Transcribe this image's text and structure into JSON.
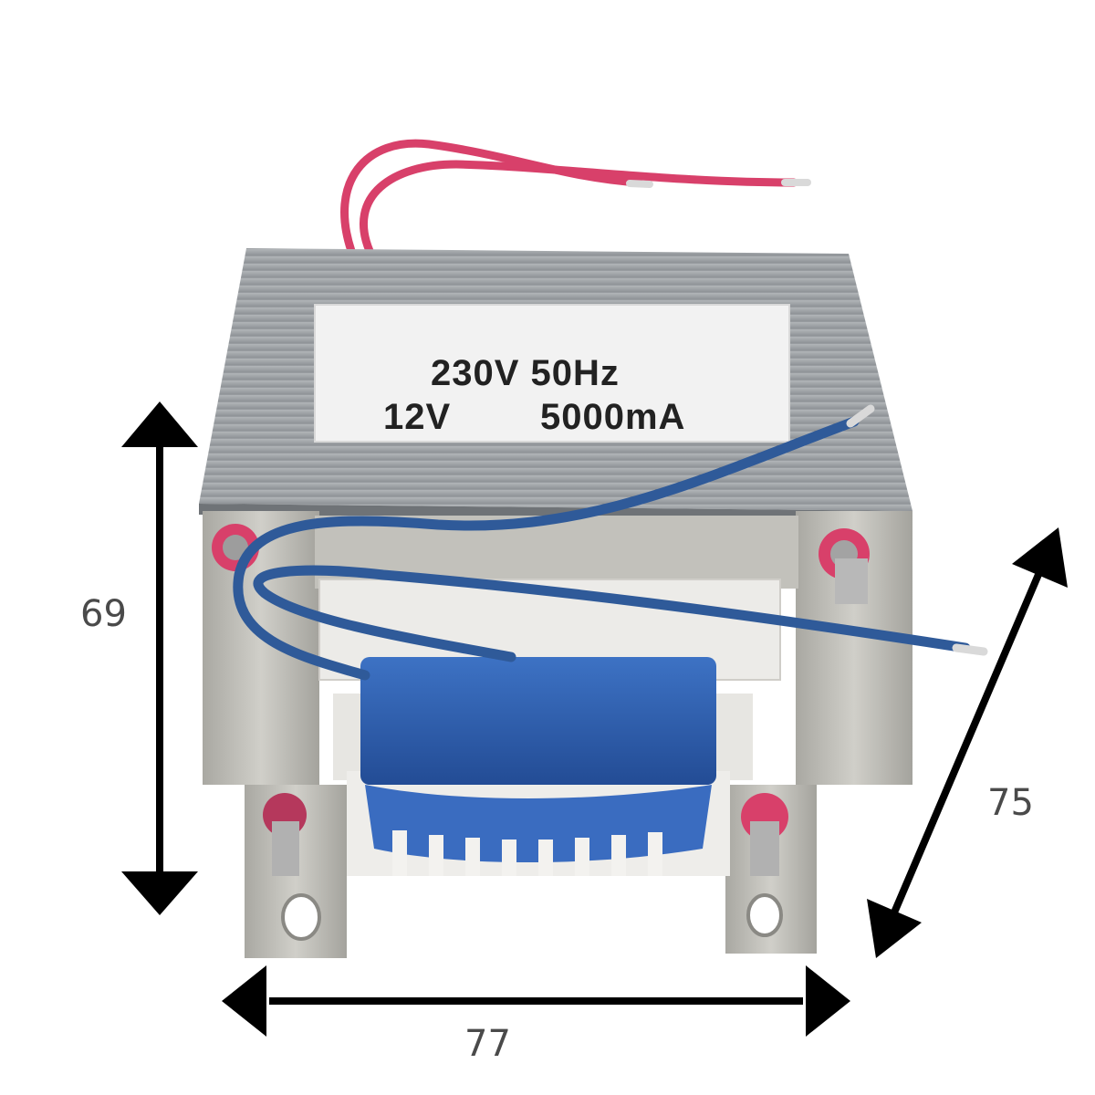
{
  "label_plate": {
    "line1": "230V 50Hz",
    "line2_voltage": "12V",
    "line2_current": "5000mA"
  },
  "dimensions": {
    "height": "69",
    "width": "77",
    "depth": "75"
  },
  "colors": {
    "background": "#ffffff",
    "core_steel": "#9a9ea3",
    "label_plate": "#f2f2f2",
    "primary_wire": "#d8406a",
    "secondary_wire": "#2f5a99",
    "winding_tape": "#2e5fb0",
    "bobbin": "#ecebe8",
    "bracket": "#b9b8b2",
    "arrow": "#000000",
    "dimension_text": "#4a4a4a"
  }
}
